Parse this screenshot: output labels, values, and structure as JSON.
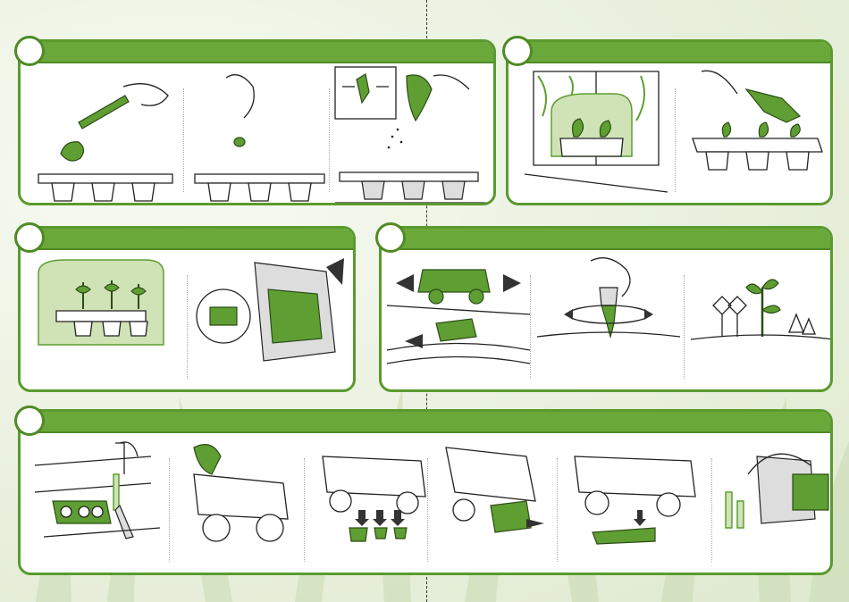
{
  "page": {
    "background": "#eef3e6",
    "accent_green": "#6aa83a",
    "dark_green": "#4f8a24",
    "light_green": "#cfe3b6"
  },
  "panels": [
    {
      "id": "panel-1",
      "step_icons": [
        "spoon-fill-icon",
        "seed-drop-icon",
        "water-spray-icon"
      ]
    },
    {
      "id": "panel-2",
      "step_icons": [
        "greenhouse-window-icon",
        "watering-seedlings-icon"
      ]
    },
    {
      "id": "panel-3",
      "step_icons": [
        "dome-seedlings-icon",
        "truck-bed-tray-icon"
      ]
    },
    {
      "id": "panel-4",
      "step_icons": [
        "truck-plow-icon",
        "auger-drill-icon",
        "planted-seedling-icon"
      ]
    },
    {
      "id": "panel-5",
      "step_icons": [
        "rinse-tray-icon",
        "remove-tool-icon",
        "attach-tools-icon",
        "attach-plow-icon",
        "attach-auger-icon",
        "store-parts-icon"
      ]
    }
  ]
}
